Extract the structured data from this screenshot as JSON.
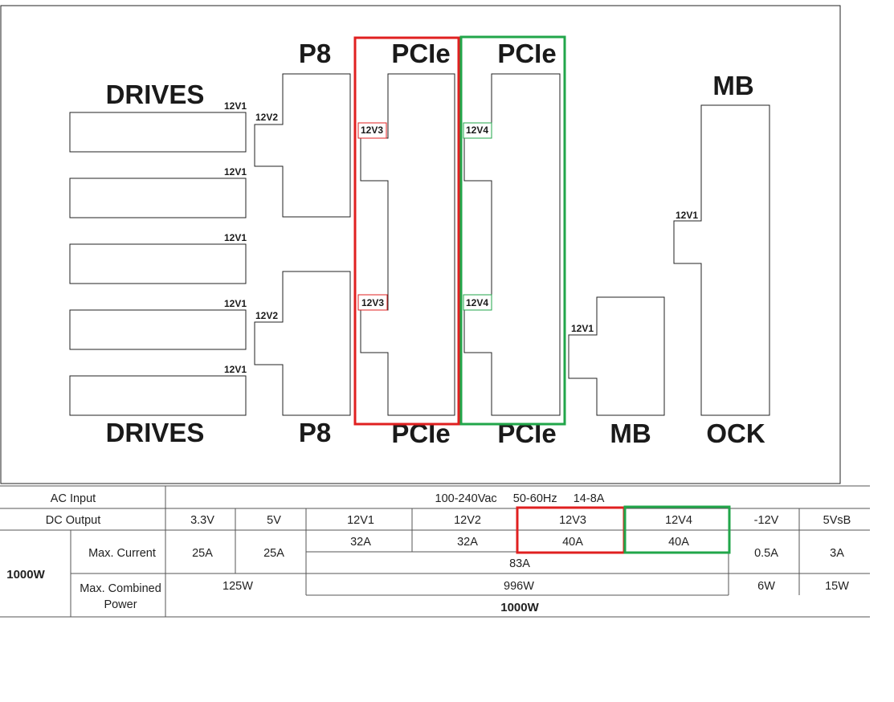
{
  "diagram": {
    "labels": {
      "drives_top": "DRIVES",
      "drives_bottom": "DRIVES",
      "p8_top": "P8",
      "p8_bottom": "P8",
      "pcie_a_top": "PCIe",
      "pcie_a_bottom": "PCIe",
      "pcie_b_top": "PCIe",
      "pcie_b_bottom": "PCIe",
      "mb_top": "MB",
      "mb_bottom": "MB",
      "ock": "OCK"
    },
    "rails": {
      "drive1": "12V1",
      "drive2": "12V1",
      "drive3": "12V1",
      "drive4": "12V1",
      "drive5": "12V1",
      "p8_top": "12V2",
      "p8_bottom": "12V2",
      "pcie_a_top": "12V3",
      "pcie_a_bottom": "12V3",
      "pcie_b_top": "12V4",
      "pcie_b_bottom": "12V4",
      "mb_small": "12V1",
      "mb_big": "12V1"
    },
    "highlight_colors": {
      "rail_12v3": "#e02020",
      "rail_12v4": "#21a64a"
    }
  },
  "table": {
    "ac_input_label": "AC Input",
    "ac_input_value": "100-240Vac     50-60Hz     14-8A",
    "dc_output_label": "DC Output",
    "outputs": [
      "3.3V",
      "5V",
      "12V1",
      "12V2",
      "12V3",
      "12V4",
      "-12V",
      "5VsB"
    ],
    "model": "1000W",
    "max_current_label": "Max. Current",
    "currents": {
      "v33": "25A",
      "v5": "25A",
      "v12_1": "32A",
      "v12_2": "32A",
      "v12_3": "40A",
      "v12_4": "40A",
      "v12_combined": "83A",
      "vneg12": "0.5A",
      "v5vsb": "3A"
    },
    "max_power_label_line1": "Max. Combined",
    "max_power_label_line2": "Power",
    "powers": {
      "low_volt": "125W",
      "v12": "996W",
      "vneg12": "6W",
      "v5vsb": "15W"
    },
    "total": "1000W"
  }
}
